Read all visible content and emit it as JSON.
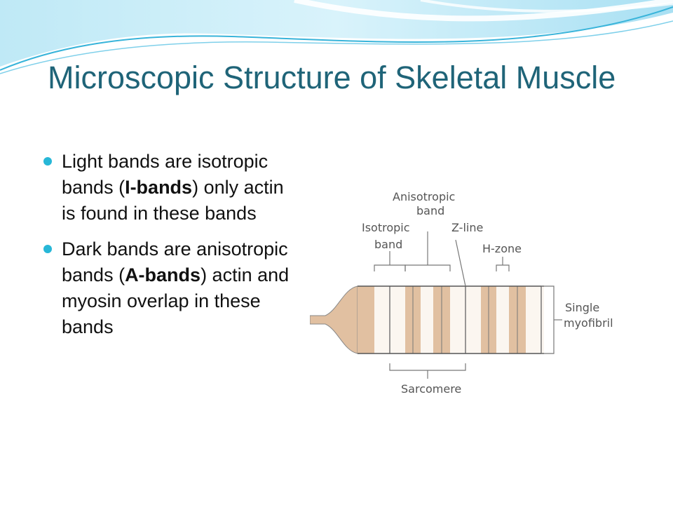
{
  "slide": {
    "title": "Microscopic Structure of Skeletal Muscle",
    "bullets": [
      {
        "pre": "Light bands are isotropic bands (",
        "bold": "I-bands",
        "post": ") only actin is found in these bands"
      },
      {
        "pre": "Dark bands are anisotropic bands (",
        "bold": "A-bands",
        "post": ") actin and myosin overlap in these bands"
      }
    ]
  },
  "diagram": {
    "label_anisotropic": [
      "Anisotropic",
      "band"
    ],
    "label_isotropic": [
      "Isotropic",
      "band"
    ],
    "label_zline": "Z-line",
    "label_hzone": "H-zone",
    "label_single": "Single",
    "label_myofibril": "myofibril",
    "label_sarcomere": "Sarcomere"
  },
  "colors": {
    "title": "#1f6478",
    "bullet_dot": "#27b7d7",
    "a_band": "#e1c0a1",
    "wave_light": "#cdeef8",
    "wave_accent": "#3cb8dc"
  }
}
